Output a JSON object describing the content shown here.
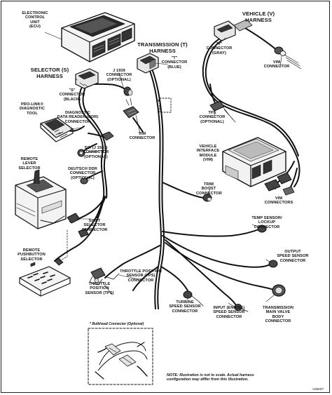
{
  "labels": {
    "ecu": "ELECTRONIC\nCONTROL\nUNIT\n(ECU)",
    "vehicle_harness": "VEHICLE (V)\nHARNESS",
    "transmission_harness": "TRANSMISSION (T)\nHARNESS",
    "selector_harness": "SELECTOR (S)\nHARNESS",
    "v_connector": "\"V\"\nCONNECTOR\n(GRAY)",
    "t_connector": "\"T\"\nCONNECTOR\n(BLUE)",
    "s_connector": "\"S\"\nCONNECTOR\n(BLACK)",
    "j1939": "J 1939\nCONNECTOR\n(OPTIONAL)",
    "vim_connector_top": "VIM\nCONNECTOR",
    "prolink": "PRO-LINK®\nDIAGNOSTIC\nTOOL",
    "ddr": "DIAGNOSTIC\nDATA READER (DDR)\nCONNECTOR",
    "tps_connector": "TPS\nCONNECTOR\n(OPTIONAL)",
    "vim_connector_mid": "VIM\nCONNECTOR",
    "sci": "SCI (J 1587)\nCONNECTOR\n(OPTIONAL)",
    "vim": "VEHICLE\nINTERFACE\nMODULE\n(VIM)",
    "deutsch": "DEUTSCH DDR\nCONNECTOR\n(OPTIONAL)",
    "remote_lever": "REMOTE\nLEVER\nSELECTOR",
    "trim_boost": "TRIM\nBOOST\nCONNECTOR",
    "vim_connectors": "VIM\nCONNECTORS",
    "shift_selector": "SHIFT\nSELECTOR\nCONNECTOR",
    "temp_sensor": "TEMP SENSOR/\nLOCKUP\nCONNECTOR",
    "remote_pushbutton": "REMOTE\nPUSHBUTTON\nSELECTOR",
    "output_speed": "OUTPUT\nSPEED SENSOR\nCONNECTOR",
    "tps_sensor_connector": "THROTTLE POSITION\nSENSOR (TPS)\nCONNECTOR",
    "tps_sensor": "THROTTLE\nPOSITION\nSENSOR (TPS)",
    "turbine": "TURBINE\nSPEED SENSOR\nCONNECTOR",
    "input_speed": "INPUT (ENGINE)\nSPEED SENSOR\nCONNECTOR",
    "main_valve": "TRANSMISSION\nMAIN VALVE\nBODY\nCONNECTOR",
    "bulkhead": "* Bulkhead Connector (Optional)",
    "asterisk": "*",
    "note": "NOTE: Illustration is not to scale.  Actual harness\nconfiguration may differ from this illustration.",
    "figure_code": "V00697"
  }
}
